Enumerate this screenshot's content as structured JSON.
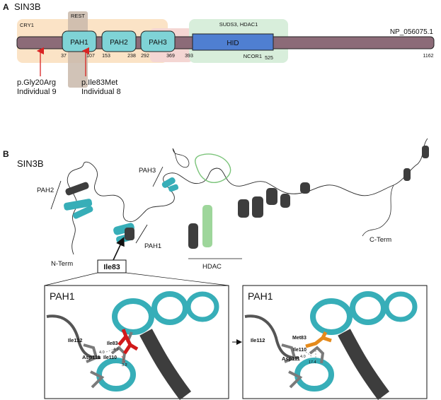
{
  "panel_a": {
    "letter": "A",
    "title": "SIN3B",
    "accession": "NP_056075.1",
    "regions": {
      "cry1": "CRY1",
      "rest": "REST",
      "suds3": "SUDS3, HDAC1",
      "ncor1": "NCOR1"
    },
    "domains": {
      "pah1": "PAH1",
      "pah2": "PAH2",
      "pah3": "PAH3",
      "hid": "HID"
    },
    "positions": [
      "37",
      "107",
      "153",
      "238",
      "292",
      "369",
      "393",
      "525",
      "1162"
    ],
    "variant1": {
      "name": "p.Gly20Arg",
      "individual": "Individual 9"
    },
    "variant2": {
      "name": "p.Ile83Met",
      "individual": "Individual 8"
    }
  },
  "panel_b": {
    "letter": "B",
    "title": "SIN3B",
    "labels": {
      "pah2": "PAH2",
      "pah3": "PAH3",
      "pah1": "PAH1",
      "nterm": "N-Term",
      "cterm": "C-Term",
      "hdac": "HDAC",
      "callout": "Ile83"
    },
    "zoom_left": {
      "title": "PAH1",
      "residues": {
        "ile112": "Ile112",
        "ile83": "Ile83",
        "asp111": "Asp111",
        "ile110": "Ile110"
      },
      "distances": [
        "4.0",
        "4.0",
        "3.2"
      ]
    },
    "zoom_right": {
      "title": "PAH1",
      "residues": {
        "ile112": "Ile112",
        "met83": "Met83",
        "ile110": "Ile110",
        "asp111": "Asp111"
      },
      "distances": [
        "4.0",
        "17.4"
      ]
    }
  },
  "colors": {
    "backbone": "#8c6b78",
    "pah_fill": "#7fd3d6",
    "hid_fill": "#4f7fd1",
    "cry1_bg": "#fbe3c6",
    "rest_bg": "#cdbfb0",
    "suds3_bg": "#d8eedb",
    "pink_bg": "#f4d6d3",
    "helix_cyan": "#37aeb8",
    "helix_dark": "#3d3d3d",
    "hdac_green": "#9ed69b",
    "mutant_red": "#d11a1a",
    "mutant_orange": "#e58a1b",
    "arrow_red": "#d92323"
  }
}
